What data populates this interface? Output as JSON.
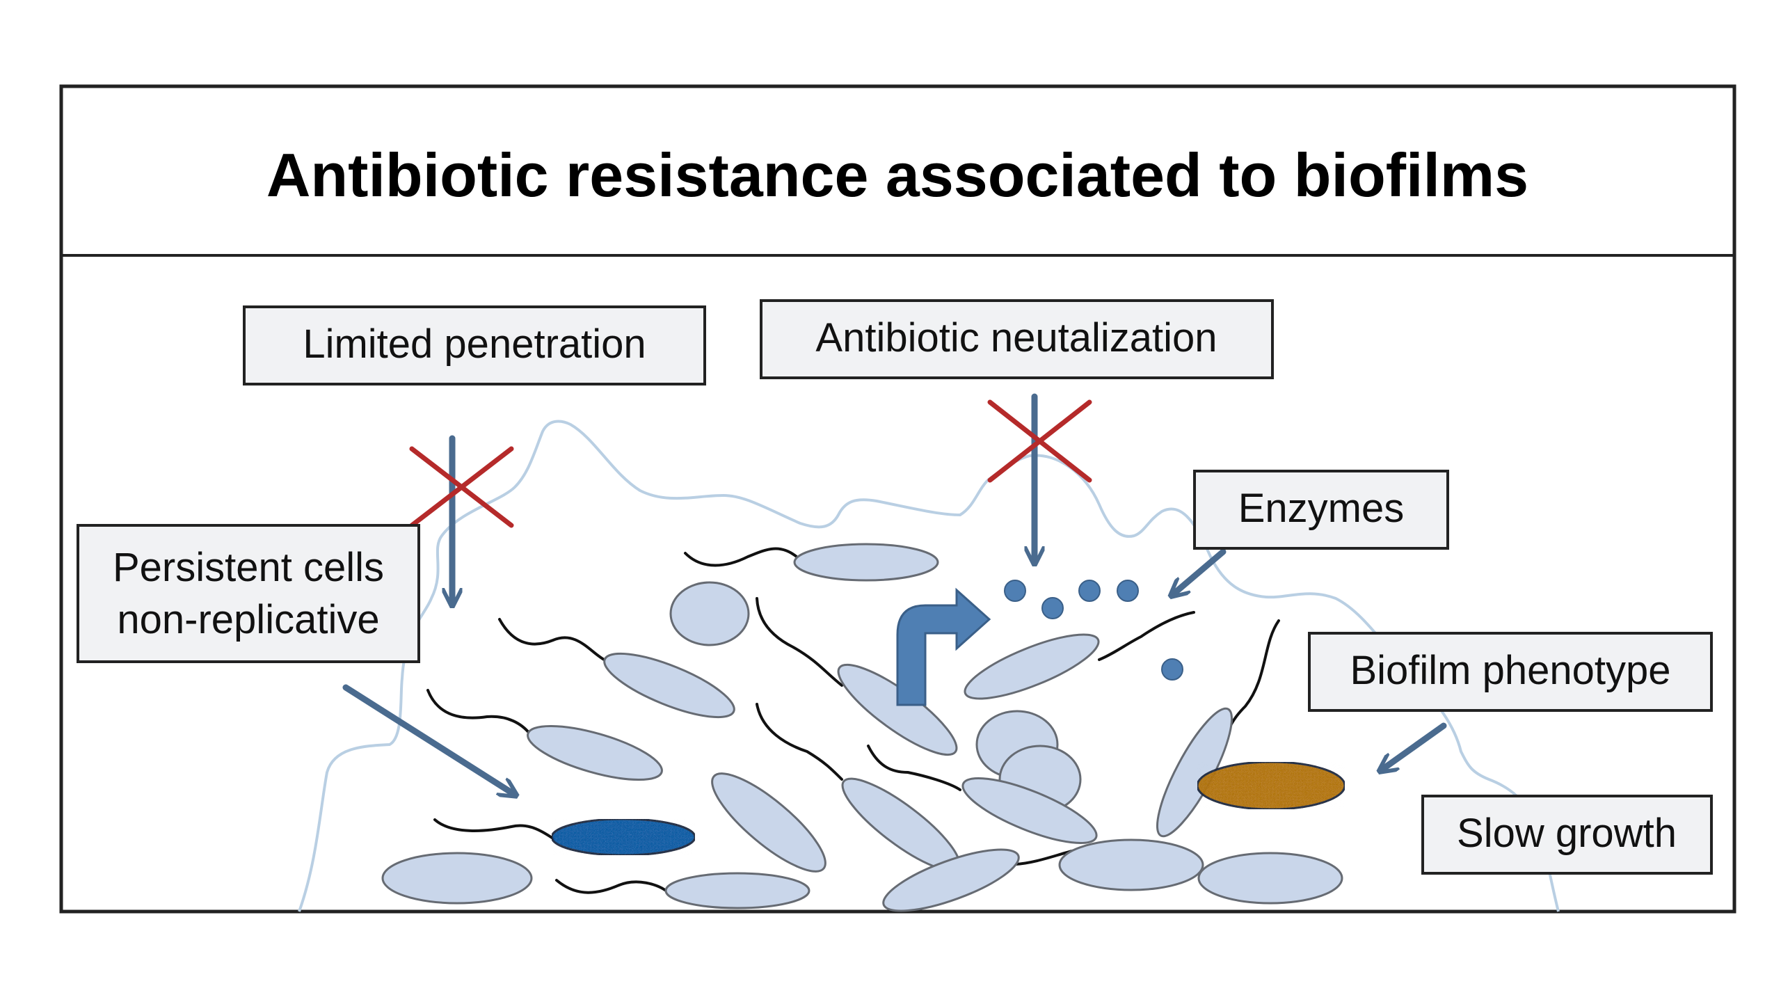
{
  "title": "Antibiotic resistance associated to biofilms",
  "labels": {
    "limited_penetration": "Limited penetration",
    "antibiotic_neutralization": "Antibiotic neutalization",
    "enzymes": "Enzymes",
    "persistent_line1": "Persistent cells",
    "persistent_line2": "non-replicative",
    "biofilm_phenotype": "Biofilm phenotype",
    "slow_growth": "Slow growth"
  },
  "colors": {
    "frame": "#222222",
    "label_box_fill": "#f1f2f4",
    "arrow": "#4a6b8f",
    "blocked_x": "#b52a2a",
    "cell_fill": "#c9d6ea",
    "cell_stroke": "#666b73",
    "flagellum": "#111111",
    "matrix_outline": "#b9cfe3",
    "enzyme_dot": "#4f7fb3",
    "persistent_cell": "#4d78b8",
    "phenotype_cell": "#c68d4e"
  }
}
